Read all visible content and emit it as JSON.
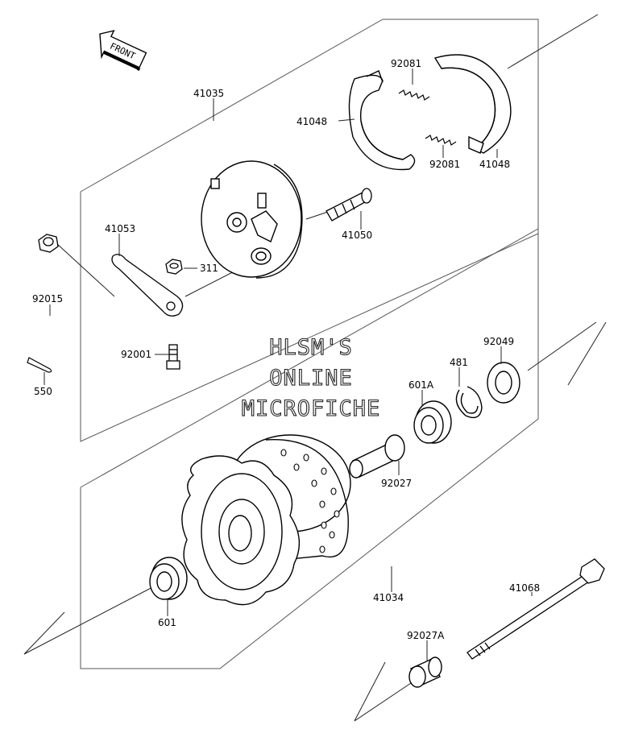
{
  "front_arrow": {
    "label": "FRONT"
  },
  "watermark": {
    "line1": "HLSM'S",
    "line2": "ONLINE",
    "line3": "MICROFICHE"
  },
  "parts": [
    {
      "id": "p41035",
      "number": "41035"
    },
    {
      "id": "p92081a",
      "number": "92081"
    },
    {
      "id": "p41048a",
      "number": "41048"
    },
    {
      "id": "p92081b",
      "number": "92081"
    },
    {
      "id": "p41048b",
      "number": "41048"
    },
    {
      "id": "p41050",
      "number": "41050"
    },
    {
      "id": "p41053",
      "number": "41053"
    },
    {
      "id": "p311",
      "number": "311"
    },
    {
      "id": "p92015",
      "number": "92015"
    },
    {
      "id": "p92001",
      "number": "92001"
    },
    {
      "id": "p550",
      "number": "550"
    },
    {
      "id": "p92049",
      "number": "92049"
    },
    {
      "id": "p481",
      "number": "481"
    },
    {
      "id": "p601A",
      "number": "601A"
    },
    {
      "id": "p92027",
      "number": "92027"
    },
    {
      "id": "p41034",
      "number": "41034"
    },
    {
      "id": "p41068",
      "number": "41068"
    },
    {
      "id": "p601",
      "number": "601"
    },
    {
      "id": "p92027A",
      "number": "92027A"
    }
  ]
}
